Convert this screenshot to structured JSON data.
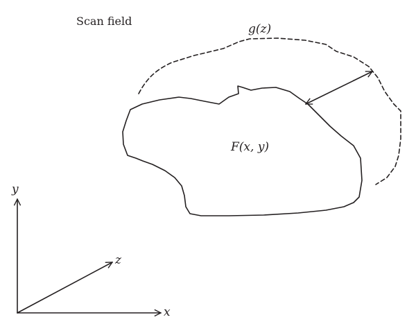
{
  "labels": {
    "scan_field": "Scan field",
    "g_of_z": "g(z)",
    "f_of_xy": "F(x, y)",
    "axis_x": "x",
    "axis_y": "y",
    "axis_z": "z"
  },
  "colors": {
    "ink": "#231f20",
    "background": "#ffffff"
  }
}
